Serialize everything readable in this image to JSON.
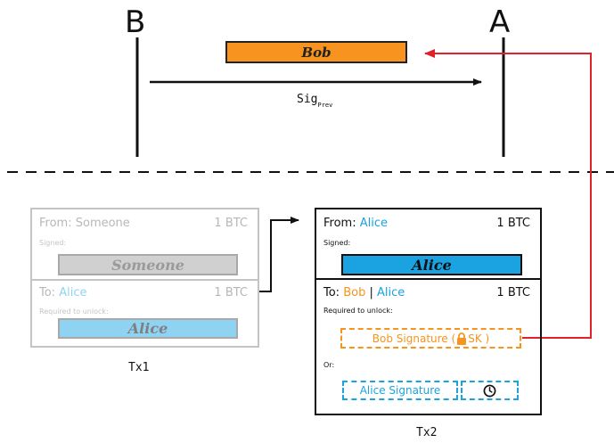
{
  "top": {
    "party_b": "B",
    "party_a": "A",
    "signature_label": "Bob",
    "message_label": "Sig",
    "message_sub": "Prev"
  },
  "tx1": {
    "from_label": "From:",
    "from_name": "Someone",
    "from_amount": "1 BTC",
    "signed_label": "Signed:",
    "signed_signature": "Someone",
    "to_label": "To:",
    "to_name": "Alice",
    "to_amount": "1 BTC",
    "unlock_label": "Required to unlock:",
    "unlock_signature": "Alice",
    "caption": "Tx1"
  },
  "tx2": {
    "from_label": "From:",
    "from_name": "Alice",
    "from_amount": "1 BTC",
    "signed_label": "Signed:",
    "signed_signature": "Alice",
    "to_label": "To:",
    "to_name_1": "Bob",
    "to_separator": "|",
    "to_name_2": "Alice",
    "to_amount": "1 BTC",
    "unlock_label": "Required to unlock:",
    "bob_condition_prefix": "Bob Signature (",
    "bob_condition_suffix": "SK )",
    "or_label": "Or:",
    "alice_condition": "Alice Signature",
    "caption": "Tx2"
  },
  "colors": {
    "orange": "#f7931e",
    "blue": "#1aa3e0",
    "light_blue": "#8fd3f2",
    "gray": "#b7b7b7",
    "red": "#e0202a",
    "dark": "#111111"
  }
}
